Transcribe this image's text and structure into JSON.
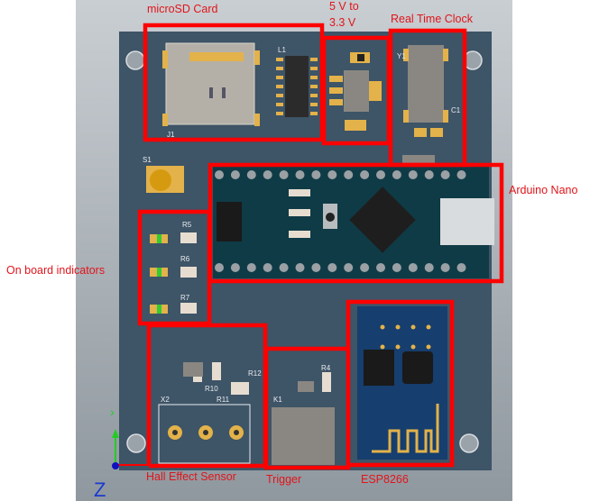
{
  "labels": {
    "microsd": "microSD Card",
    "regulator_line1": "5 V to",
    "regulator_line2": "3.3 V",
    "rtc": "Real Time Clock",
    "arduino": "Arduino Nano",
    "indicators": "On board indicators",
    "hall": "Hall Effect Sensor",
    "trigger": "Trigger",
    "esp": "ESP8266"
  },
  "designators": {
    "j1": "J1",
    "l1": "L1",
    "s1": "S1",
    "y1": "Y1",
    "c1": "C1",
    "r5": "R5",
    "r6": "R6",
    "r7": "R7",
    "r4": "R4",
    "r12": "R12",
    "r11": "R11",
    "r10": "R10",
    "x2": "X2",
    "k1": "K1"
  },
  "axes": {
    "z": "Z"
  },
  "colors": {
    "annotation": "#ff0000",
    "board": "#3e5467",
    "nano": "#0f3b47",
    "esp": "#163e6e",
    "pad": "#e3b24a"
  }
}
